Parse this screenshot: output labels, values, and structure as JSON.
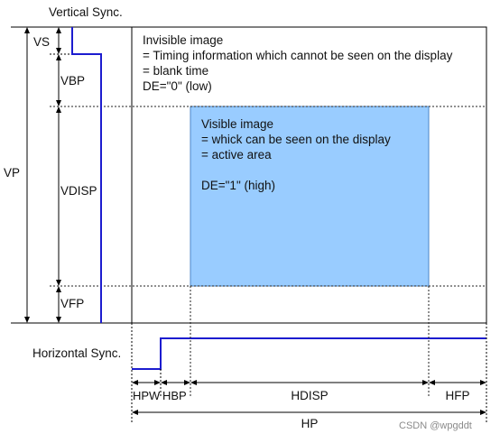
{
  "vertical_sync": {
    "title": "Vertical Sync.",
    "vs": "VS",
    "vbp": "VBP",
    "vdisp": "VDISP",
    "vfp": "VFP",
    "vp": "VP"
  },
  "invisible_text": [
    "Invisible image",
    "= Timing information which cannot be seen on the display",
    "= blank time",
    "DE=\"0\" (low)"
  ],
  "visible_text": [
    "Visible image",
    "= whick can be seen on the display",
    "= active area",
    "",
    "DE=\"1\" (high)"
  ],
  "horizontal_sync": {
    "title": "Horizontal Sync.",
    "hpw": "HPW",
    "hbp": "HBP",
    "hdisp": "HDISP",
    "hfp": "HFP",
    "hp": "HP"
  },
  "watermark": "CSDN @wpgddt",
  "colors": {
    "signal": "#1c1ccf",
    "active_area": "#99ccff",
    "active_border": "#4a86c8",
    "line": "#000000",
    "dashed": "#222222"
  }
}
